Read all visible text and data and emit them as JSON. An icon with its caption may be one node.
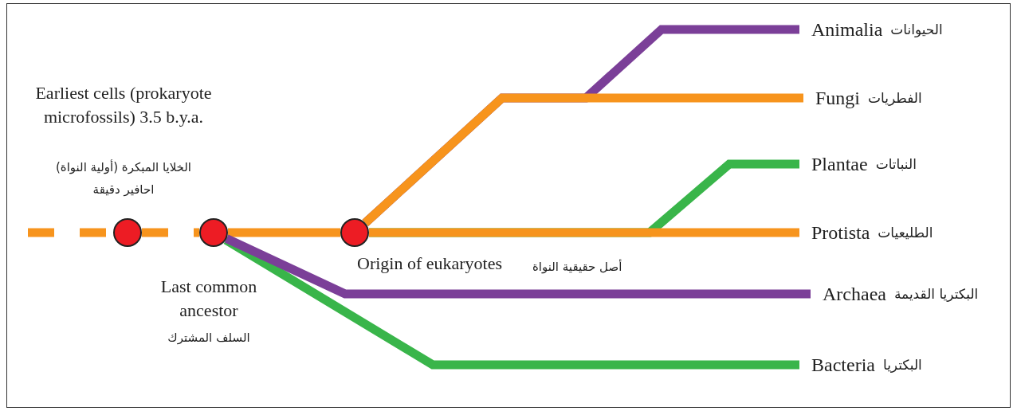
{
  "diagram": {
    "nodes": [
      {
        "text": [],
        "shape": "circle",
        "beside": [
          "Earliest cells (prokaryote microfossils) 3.5 b.y.a.",
          "الخلايا المبكرة (أولية النواة) احافير دقيقة"
        ]
      },
      {
        "text": [],
        "shape": "circle",
        "beside": [
          "Last common ancestor",
          "السلف المشترك"
        ]
      },
      {
        "text": [],
        "shape": "circle",
        "beside": [
          "Origin of eukaryotes",
          "أصل حقيقية النواة"
        ]
      },
      {
        "text": [
          "الحيوانات",
          "Animalia"
        ]
      },
      {
        "text": [
          "الفطريات",
          "Fungi"
        ]
      },
      {
        "text": [
          "النباتات",
          "Plantae"
        ]
      },
      {
        "text": [
          "الطليعيات",
          "Protista"
        ]
      },
      {
        "text": [
          "البكتريا القديمة",
          "Archaea"
        ]
      },
      {
        "text": [
          "البكتريا",
          "Bacteria"
        ]
      }
    ],
    "edges": [
      {
        "from": null,
        "to": 0,
        "arrow": "none",
        "style": "dashed"
      },
      {
        "from": 0,
        "to": 1,
        "arrow": "none",
        "style": "dashed"
      },
      {
        "from": 1,
        "to": 2,
        "arrow": "none"
      },
      {
        "from": 2,
        "to": 3,
        "arrow": "none",
        "color": "#7b3f98"
      },
      {
        "from": 2,
        "to": 4,
        "arrow": "none"
      },
      {
        "from": 2,
        "to": 5,
        "arrow": "none",
        "color": "#39b54a"
      },
      {
        "from": 2,
        "to": 6,
        "arrow": "none"
      },
      {
        "from": 1,
        "to": 7,
        "arrow": "none",
        "color": "#7b3f98"
      },
      {
        "from": 1,
        "to": 8,
        "arrow": "none",
        "color": "#39b54a"
      }
    ]
  }
}
